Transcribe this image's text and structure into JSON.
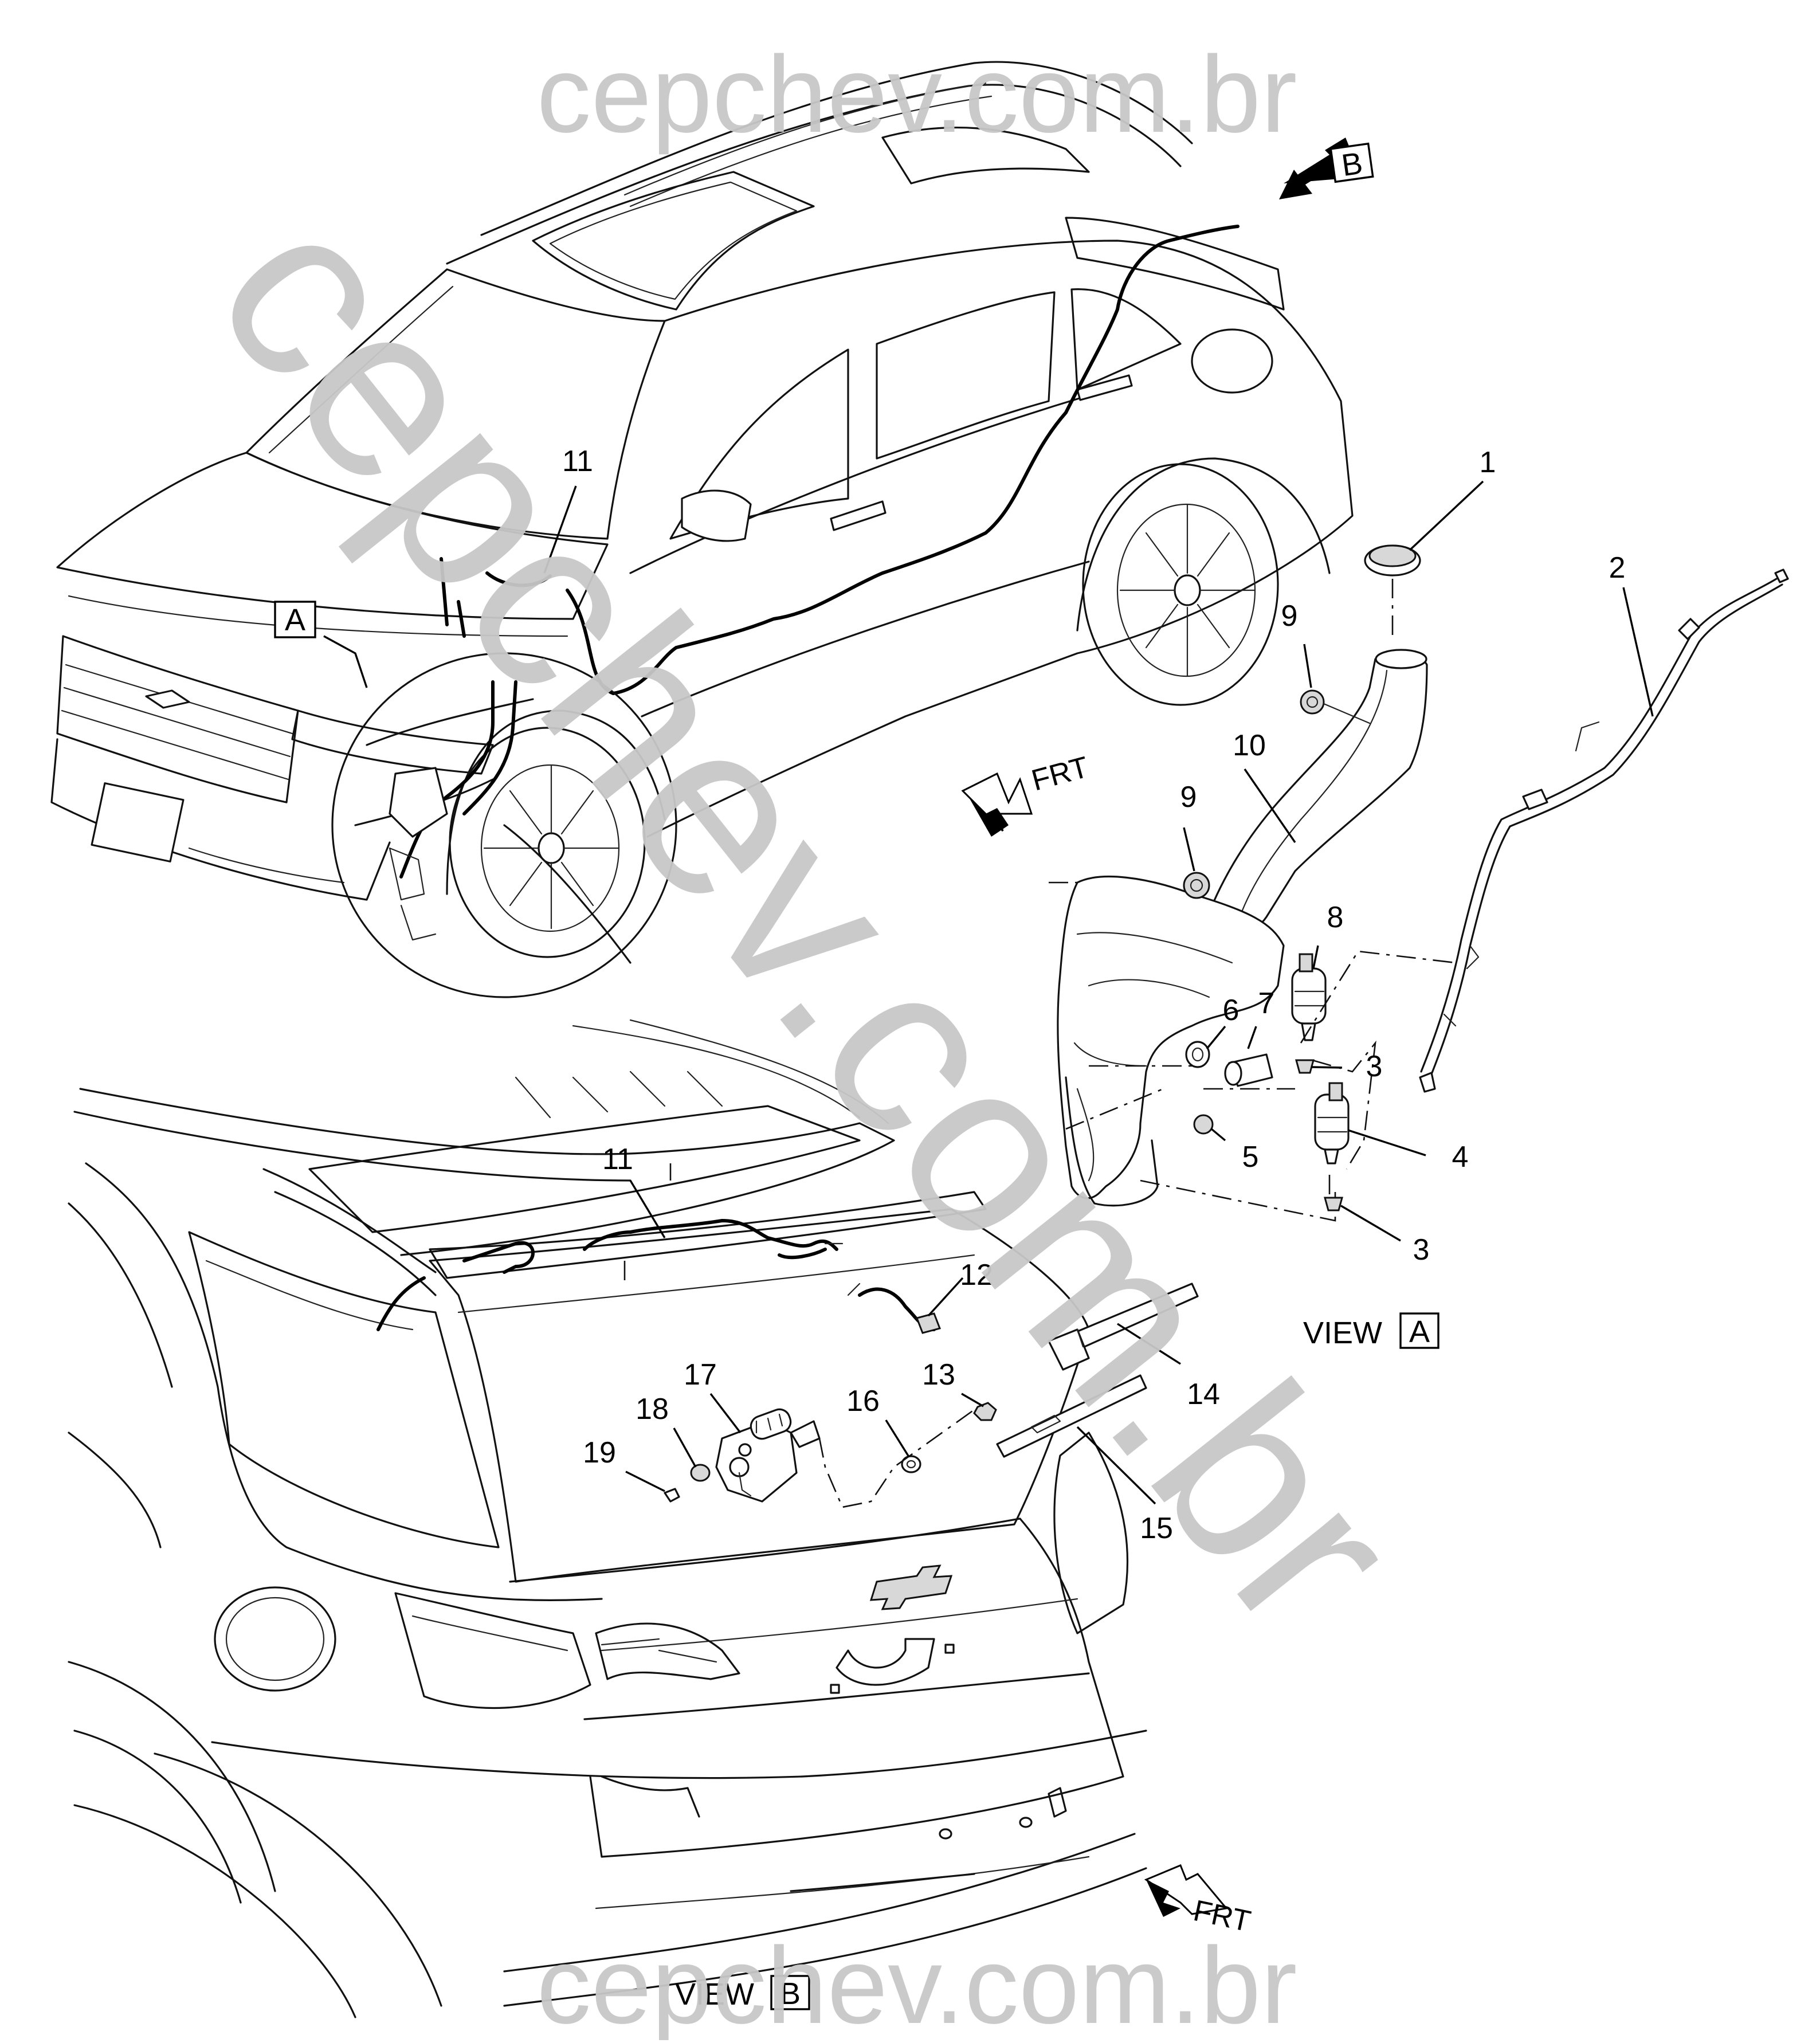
{
  "watermark": {
    "top": "cepchev.com.br",
    "bottom": "cepchev.com.br",
    "diagonal": "cepchev.com.br"
  },
  "view_markers": {
    "view_a": {
      "word": "VIEW",
      "letter": "A"
    },
    "view_b": {
      "word": "VIEW",
      "letter": "B"
    },
    "arrow_b_letter": "B",
    "detail_a_letter": "A"
  },
  "frt_arrows": {
    "upper": "FRT",
    "lower": "FRT"
  },
  "callouts": {
    "c1": "1",
    "c2": "2",
    "c3a": "3",
    "c3b": "3",
    "c4": "4",
    "c5": "5",
    "c6": "6",
    "c7": "7",
    "c8": "8",
    "c9a": "9",
    "c9b": "9",
    "c10": "10",
    "c11a": "11",
    "c11b": "11",
    "c12": "12",
    "c13": "13",
    "c14": "14",
    "c15": "15",
    "c16": "16",
    "c17": "17",
    "c18": "18",
    "c19": "19"
  },
  "colors": {
    "line": "#111111",
    "watermark": "#c8c8c8",
    "background": "#ffffff"
  }
}
